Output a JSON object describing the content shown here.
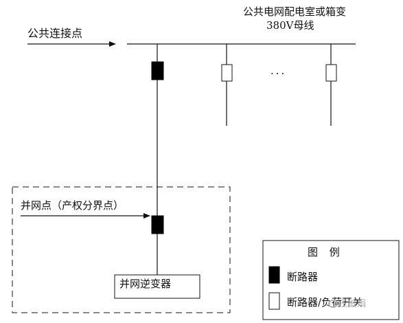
{
  "labels": {
    "distribution_room": "公共电网配电室或箱变",
    "busbar": "380V母线",
    "public_connection_point": "公共连接点",
    "grid_connection_point": "并网点（产权分界点）",
    "ellipsis": "···",
    "inverter": "并网逆变器"
  },
  "legend": {
    "title": "图  例",
    "circuit_breaker": "断路器",
    "breaker_or_load_switch": "断路器/负荷开关"
  },
  "watermark": "王敏娟",
  "colors": {
    "line": "#111111",
    "filled_symbol": "#000000",
    "hollow_symbol": "#ffffff",
    "watermark": "#b5b5b5"
  }
}
